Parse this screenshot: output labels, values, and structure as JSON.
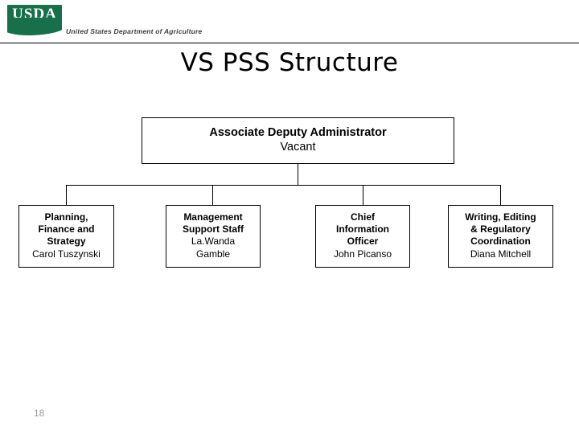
{
  "header": {
    "logo_text": "USDA",
    "logo_icon": "usda-leaf-logo",
    "wordmark": "United States Department of Agriculture"
  },
  "slide": {
    "title": "VS PSS Structure",
    "number": "18"
  },
  "org_chart": {
    "root": {
      "title": "Associate Deputy Administrator",
      "name": "Vacant"
    },
    "children": [
      {
        "title_lines": [
          "Planning,",
          "Finance and",
          "Strategy"
        ],
        "name": "Carol Tuszynski"
      },
      {
        "title_lines": [
          "Management",
          "Support Staff"
        ],
        "name_lines": [
          "La.Wanda",
          "Gamble"
        ]
      },
      {
        "title_lines": [
          "Chief",
          "Information",
          "Officer"
        ],
        "name": "John Picanso"
      },
      {
        "title_lines": [
          "Writing, Editing",
          "& Regulatory",
          "Coordination"
        ],
        "name": "Diana Mitchell"
      }
    ]
  },
  "colors": {
    "logo_green": "#18704b",
    "text": "#000000",
    "slide_number": "#9a9a9a"
  }
}
